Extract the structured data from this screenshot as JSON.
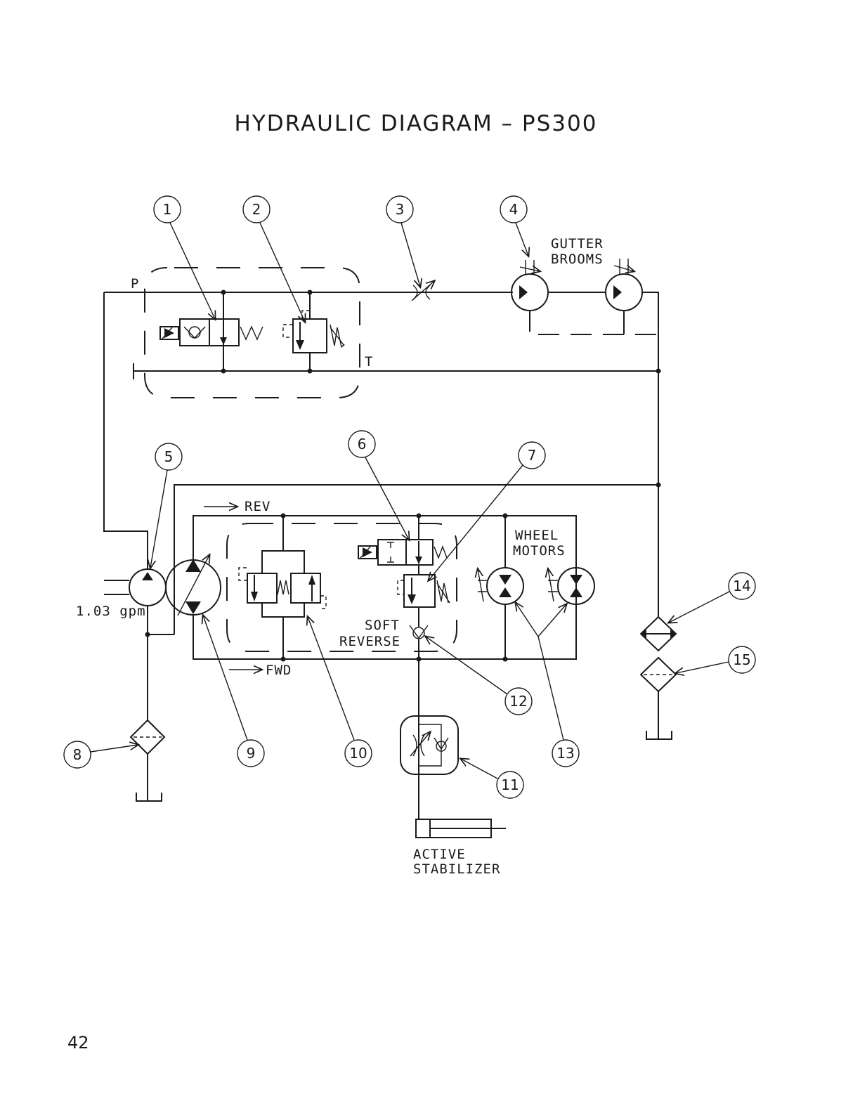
{
  "title": "HYDRAULIC DIAGRAM  –  PS300",
  "page_number": "42",
  "labels": {
    "p_port": "P",
    "t_port": "T",
    "gutter": "GUTTER",
    "brooms": "BROOMS",
    "rev": "REV",
    "fwd": "FWD",
    "wheel": "WHEEL",
    "motors": "MOTORS",
    "soft": "SOFT",
    "reverse": "REVERSE",
    "flow": "1.03  gpm",
    "active": "ACTIVE",
    "stabilizer": "STABILIZER"
  },
  "callouts": [
    "1",
    "2",
    "3",
    "4",
    "5",
    "6",
    "7",
    "8",
    "9",
    "10",
    "11",
    "12",
    "13",
    "14",
    "15"
  ]
}
